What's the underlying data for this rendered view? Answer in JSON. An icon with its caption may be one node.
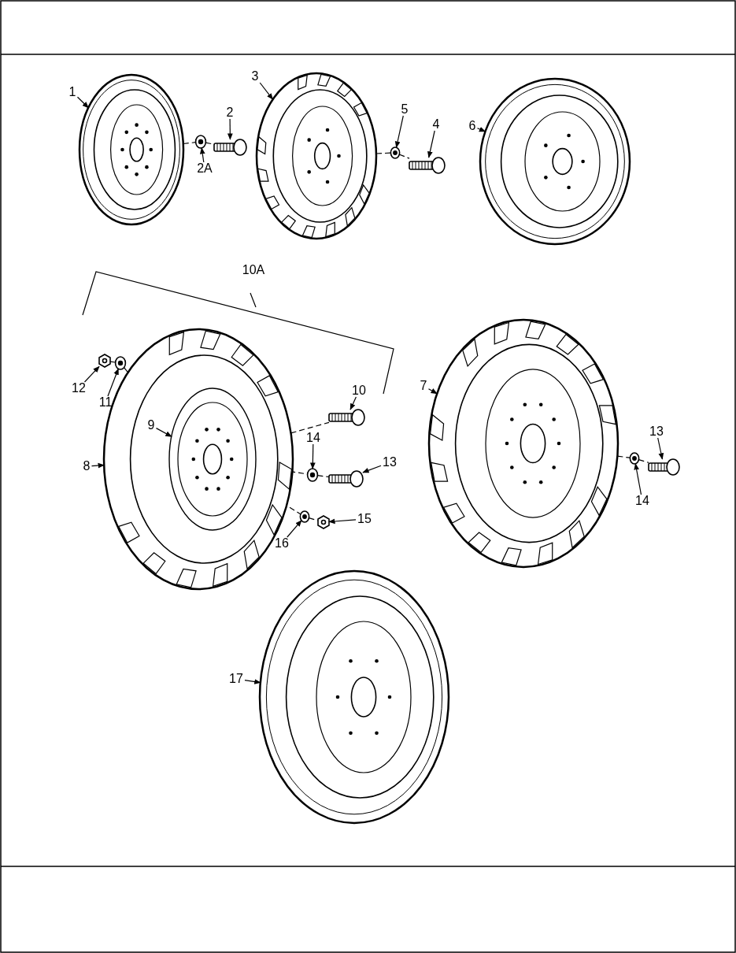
{
  "diagram": {
    "nodes": [
      {
        "text": [
          "1"
        ]
      },
      {
        "text": [
          "2"
        ]
      },
      {
        "text": [
          "2A"
        ]
      },
      {
        "text": [
          "3"
        ]
      },
      {
        "text": [
          "4"
        ]
      },
      {
        "text": [
          "5"
        ]
      },
      {
        "text": [
          "6"
        ]
      },
      {
        "text": [
          "12"
        ]
      },
      {
        "text": [
          "11"
        ]
      },
      {
        "text": [
          "10"
        ]
      },
      {
        "text": [
          "9"
        ],
        "in": 29
      },
      {
        "text": [
          "8"
        ]
      },
      {
        "text": [
          "14"
        ]
      },
      {
        "text": [
          "13"
        ]
      },
      {
        "text": [
          "16"
        ]
      },
      {
        "text": [
          "15"
        ]
      },
      {
        "text": [
          "7"
        ]
      },
      {
        "text": [
          "13"
        ]
      },
      {
        "text": [
          "14"
        ]
      },
      {
        "text": [
          "17"
        ]
      },
      {
        "text": [],
        "shape": "picture"
      },
      {
        "text": [],
        "shape": "picture"
      },
      {
        "text": [],
        "shape": "picture"
      },
      {
        "text": [],
        "shape": "picture"
      },
      {
        "text": [],
        "shape": "picture"
      },
      {
        "text": [],
        "shape": "picture"
      },
      {
        "text": [],
        "shape": "picture"
      },
      {
        "text": [],
        "shape": "picture"
      },
      {
        "text": [],
        "shape": "picture"
      },
      {
        "text": [],
        "shape": "picture"
      },
      {
        "text": [],
        "shape": "picture",
        "in": 29
      },
      {
        "text": [],
        "shape": "picture"
      },
      {
        "text": [],
        "shape": "picture"
      },
      {
        "text": [],
        "shape": "picture"
      },
      {
        "text": [],
        "shape": "picture"
      },
      {
        "text": [],
        "shape": "picture"
      },
      {
        "text": [],
        "shape": "picture"
      },
      {
        "text": [],
        "shape": "picture"
      },
      {
        "text": [],
        "shape": "picture"
      },
      {
        "text": [],
        "shape": "picture"
      }
    ],
    "edges": [
      {
        "from": 0,
        "to": 20,
        "arrow": "to"
      },
      {
        "from": 1,
        "to": 22,
        "arrow": "to"
      },
      {
        "from": 2,
        "to": 21,
        "arrow": "to"
      },
      {
        "from": 3,
        "to": 23,
        "arrow": "to"
      },
      {
        "from": 4,
        "to": 25,
        "arrow": "to"
      },
      {
        "from": 5,
        "to": 24,
        "arrow": "to"
      },
      {
        "from": 6,
        "to": 26,
        "arrow": "to"
      },
      {
        "from": 7,
        "to": 27,
        "arrow": "to"
      },
      {
        "from": 8,
        "to": 28,
        "arrow": "to"
      },
      {
        "from": 9,
        "to": 31,
        "arrow": "to"
      },
      {
        "from": 10,
        "to": 30,
        "arrow": "to"
      },
      {
        "from": 11,
        "to": 29,
        "arrow": "to"
      },
      {
        "from": 12,
        "to": 32,
        "arrow": "to"
      },
      {
        "from": 13,
        "to": 33,
        "arrow": "to"
      },
      {
        "from": 14,
        "to": 34,
        "arrow": "to"
      },
      {
        "from": 15,
        "to": 35,
        "arrow": "to"
      },
      {
        "from": 16,
        "to": 36,
        "arrow": "to"
      },
      {
        "from": 17,
        "to": 38,
        "arrow": "to"
      },
      {
        "from": 18,
        "to": 37,
        "arrow": "to"
      },
      {
        "from": 19,
        "to": 39,
        "arrow": "to"
      },
      {
        "from": 20,
        "to": 21,
        "arrow": "none",
        "style": "dashed"
      },
      {
        "from": 21,
        "to": 22,
        "arrow": "none",
        "style": "dashed"
      },
      {
        "from": 23,
        "to": 24,
        "arrow": "none",
        "style": "dashed"
      },
      {
        "from": 24,
        "to": 25,
        "arrow": "none",
        "style": "dashed"
      },
      {
        "from": 27,
        "to": 28,
        "arrow": "none",
        "style": "dashed"
      },
      {
        "from": 28,
        "to": 29,
        "arrow": "none",
        "style": "dashed"
      },
      {
        "from": 29,
        "to": 31,
        "arrow": "none",
        "style": "dashed"
      },
      {
        "from": 30,
        "to": 32,
        "arrow": "none",
        "style": "dashed"
      },
      {
        "from": 32,
        "to": 33,
        "arrow": "none",
        "style": "dashed"
      },
      {
        "from": 30,
        "to": 34,
        "arrow": "none",
        "style": "dashed"
      },
      {
        "from": 34,
        "to": 35,
        "arrow": "none",
        "style": "dashed"
      },
      {
        "from": 36,
        "to": 37,
        "arrow": "none",
        "style": "dashed"
      },
      {
        "from": 37,
        "to": 38,
        "arrow": "none",
        "style": "dashed"
      }
    ],
    "labels": [
      "10A"
    ]
  }
}
